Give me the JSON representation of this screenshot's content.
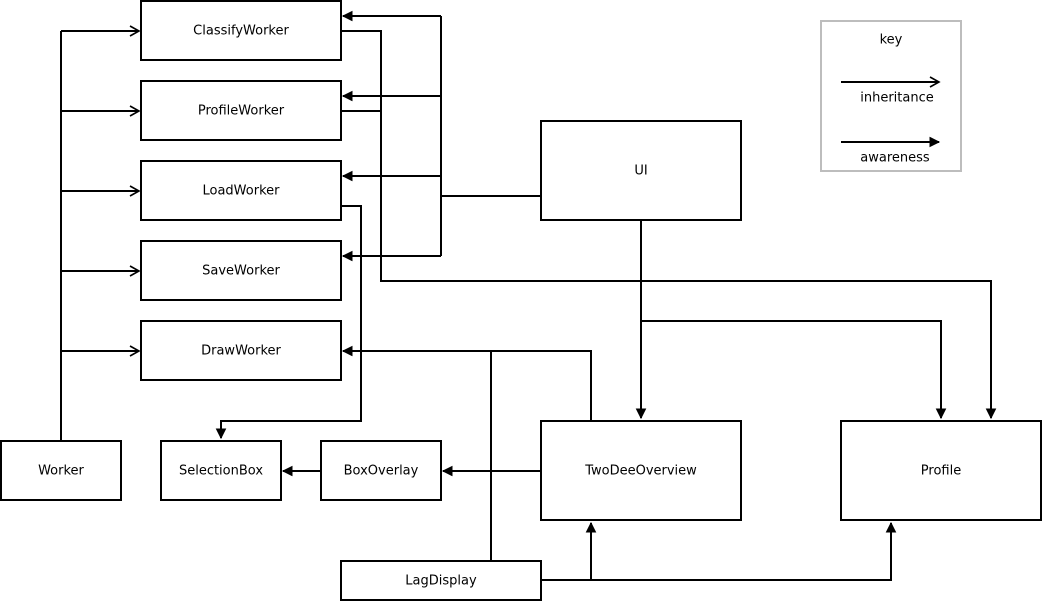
{
  "nodes": {
    "classify_worker": "ClassifyWorker",
    "profile_worker": "ProfileWorker",
    "load_worker": "LoadWorker",
    "save_worker": "SaveWorker",
    "draw_worker": "DrawWorker",
    "worker": "Worker",
    "selection_box": "SelectionBox",
    "box_overlay": "BoxOverlay",
    "two_dee_overview": "TwoDeeOverview",
    "profile": "Profile",
    "ui": "UI",
    "lag_display": "LagDisplay"
  },
  "key": {
    "title": "key",
    "inheritance": "inheritance",
    "awareness": "awareness"
  },
  "colors": {
    "line": "#000000",
    "key_border": "#bdbdbd",
    "background": "#ffffff"
  }
}
